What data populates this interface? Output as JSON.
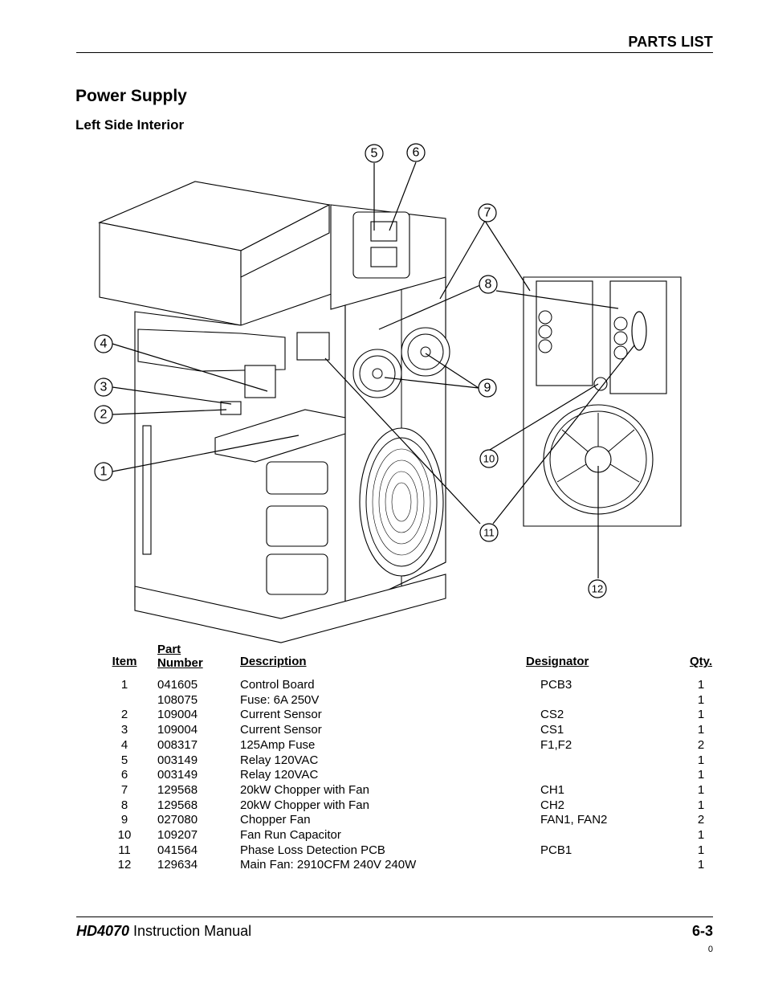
{
  "header": {
    "section": "PARTS LIST"
  },
  "title": "Power Supply",
  "subtitle": "Left Side Interior",
  "callouts": [
    "1",
    "2",
    "3",
    "4",
    "5",
    "6",
    "7",
    "8",
    "9",
    "10",
    "11",
    "12"
  ],
  "table": {
    "headers": {
      "item": "Item",
      "part_line1": "Part",
      "part_line2": "Number",
      "description": "Description",
      "designator": "Designator",
      "qty": "Qty."
    },
    "rows": [
      {
        "item": "1",
        "part": "041605",
        "description": "Control Board",
        "designator": "PCB3",
        "qty": "1"
      },
      {
        "item": "",
        "part": "108075",
        "description": "Fuse: 6A 250V",
        "designator": "",
        "qty": "1"
      },
      {
        "item": "2",
        "part": "109004",
        "description": "Current Sensor",
        "designator": "CS2",
        "qty": "1"
      },
      {
        "item": "3",
        "part": "109004",
        "description": "Current Sensor",
        "designator": "CS1",
        "qty": "1"
      },
      {
        "item": "4",
        "part": "008317",
        "description": "125Amp Fuse",
        "designator": "F1,F2",
        "qty": "2"
      },
      {
        "item": "5",
        "part": "003149",
        "description": "Relay 120VAC",
        "designator": "",
        "qty": "1"
      },
      {
        "item": "6",
        "part": "003149",
        "description": "Relay 120VAC",
        "designator": "",
        "qty": "1"
      },
      {
        "item": "7",
        "part": "129568",
        "description": "20kW Chopper with Fan",
        "designator": "CH1",
        "qty": "1"
      },
      {
        "item": "8",
        "part": "129568",
        "description": "20kW Chopper with Fan",
        "designator": "CH2",
        "qty": "1"
      },
      {
        "item": "9",
        "part": "027080",
        "description": "Chopper Fan",
        "designator": "FAN1, FAN2",
        "qty": "2"
      },
      {
        "item": "10",
        "part": "109207",
        "description": "Fan Run Capacitor",
        "designator": "",
        "qty": "1"
      },
      {
        "item": "11",
        "part": "041564",
        "description": "Phase Loss Detection PCB",
        "designator": "PCB1",
        "qty": "1"
      },
      {
        "item": "12",
        "part": "129634",
        "description": "Main Fan: 2910CFM 240V 240W",
        "designator": "",
        "qty": "1"
      }
    ]
  },
  "footer": {
    "model": "HD4070",
    "manual": " Instruction Manual",
    "page": "6-3",
    "revision": "0"
  }
}
